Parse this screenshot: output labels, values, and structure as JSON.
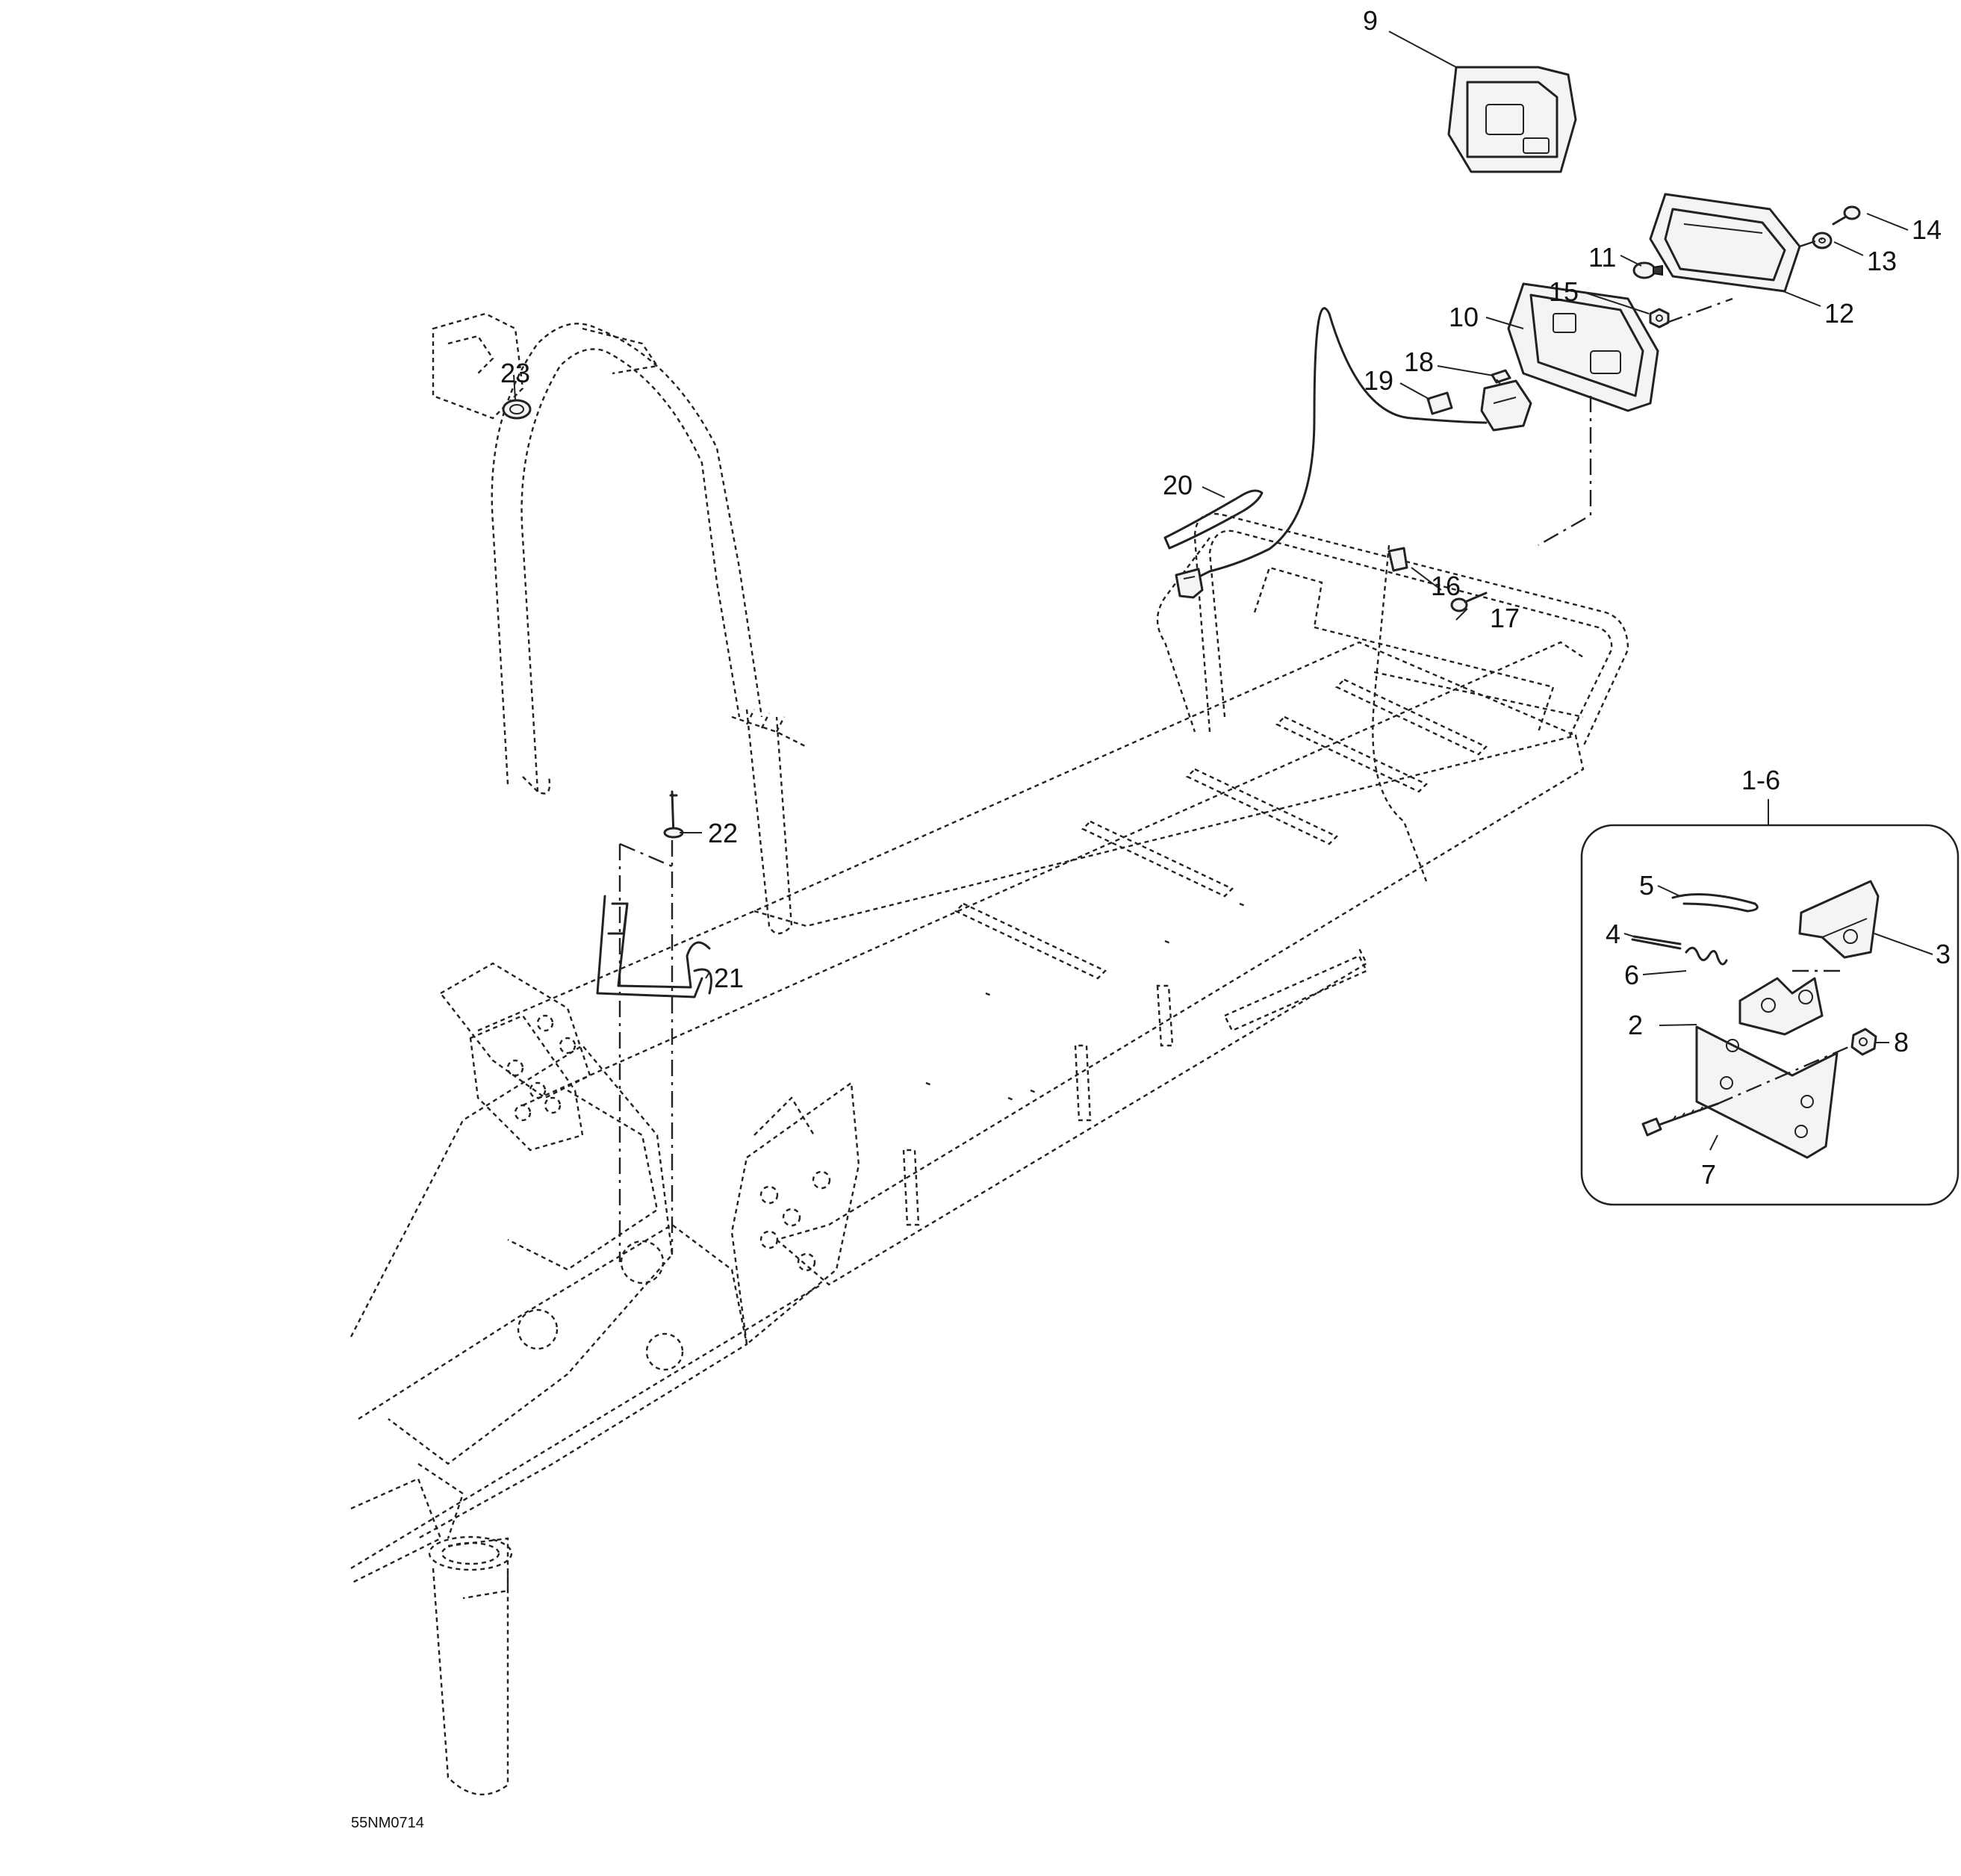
{
  "diagram": {
    "ref_code": "55NM0714",
    "callouts": [
      {
        "id": "c1",
        "label": "9"
      },
      {
        "id": "c2",
        "label": "14"
      },
      {
        "id": "c3",
        "label": "13"
      },
      {
        "id": "c4",
        "label": "11"
      },
      {
        "id": "c5",
        "label": "15"
      },
      {
        "id": "c6",
        "label": "12"
      },
      {
        "id": "c7",
        "label": "10"
      },
      {
        "id": "c8",
        "label": "18"
      },
      {
        "id": "c9",
        "label": "19"
      },
      {
        "id": "c10",
        "label": "23"
      },
      {
        "id": "c11",
        "label": "20"
      },
      {
        "id": "c12",
        "label": "16"
      },
      {
        "id": "c13",
        "label": "17"
      },
      {
        "id": "c14",
        "label": "22"
      },
      {
        "id": "c15",
        "label": "21"
      },
      {
        "id": "c16",
        "label": "1-6"
      },
      {
        "id": "c17",
        "label": "5"
      },
      {
        "id": "c18",
        "label": "3"
      },
      {
        "id": "c19",
        "label": "4"
      },
      {
        "id": "c20",
        "label": "6"
      },
      {
        "id": "c21",
        "label": "2"
      },
      {
        "id": "c22",
        "label": "8"
      },
      {
        "id": "c23",
        "label": "7"
      }
    ]
  }
}
